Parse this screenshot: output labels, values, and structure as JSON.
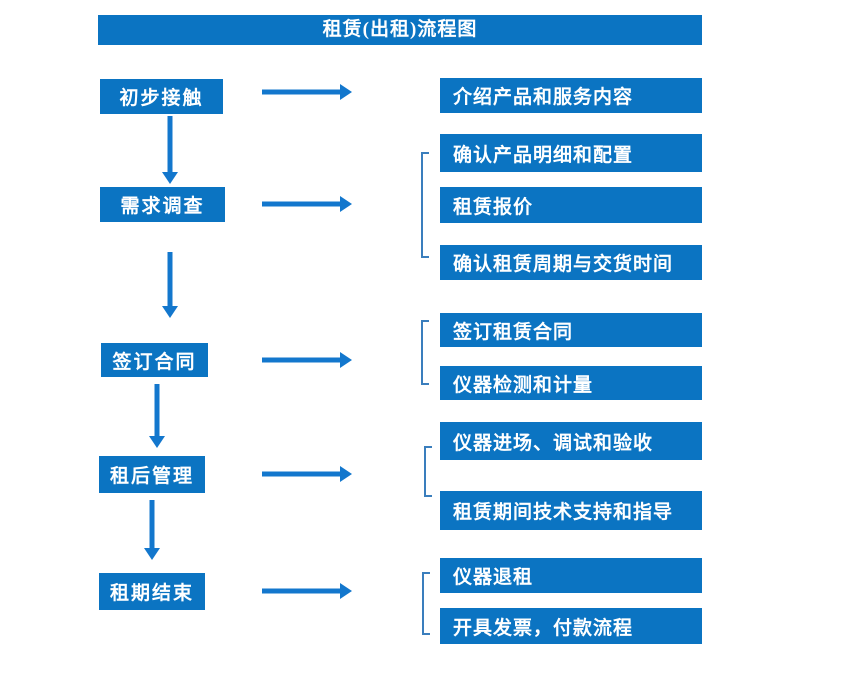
{
  "title": "租赁(出租)流程图",
  "colors": {
    "box": "#0b74c2",
    "arrow": "#1377cd",
    "bracket": "#3a7ebd",
    "text": "#ffffff",
    "background": "#ffffff"
  },
  "steps": [
    {
      "label": "初步接触",
      "details": [
        "介绍产品和服务内容"
      ]
    },
    {
      "label": "需求调查",
      "details": [
        "确认产品明细和配置",
        "租赁报价",
        "确认租赁周期与交货时间"
      ]
    },
    {
      "label": "签订合同",
      "details": [
        "签订租赁合同",
        "仪器检测和计量"
      ]
    },
    {
      "label": "租后管理",
      "details": [
        "仪器进场、调试和验收",
        "租赁期间技术支持和指导"
      ]
    },
    {
      "label": "租期结束",
      "details": [
        "仪器退租",
        "开具发票，付款流程"
      ]
    }
  ]
}
